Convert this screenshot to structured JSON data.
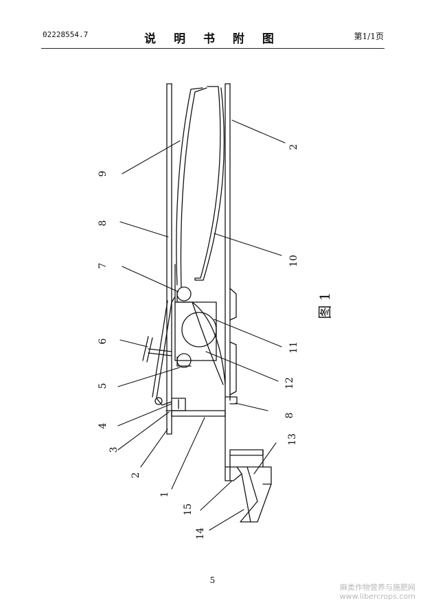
{
  "header": {
    "doc_number": "02228554.7",
    "title": "说 明 书 附 图",
    "page_label": "第1/1页"
  },
  "figure": {
    "caption": "图 1",
    "labels": [
      "9",
      "8",
      "7",
      "6",
      "5",
      "4",
      "3",
      "2",
      "1",
      "15",
      "14",
      "2",
      "10",
      "11",
      "12",
      "8",
      "13"
    ]
  },
  "footer": {
    "page_number": "5"
  },
  "watermark": {
    "line1": "麻类作物营养与施肥网",
    "line2": "www.libercrops.com"
  }
}
